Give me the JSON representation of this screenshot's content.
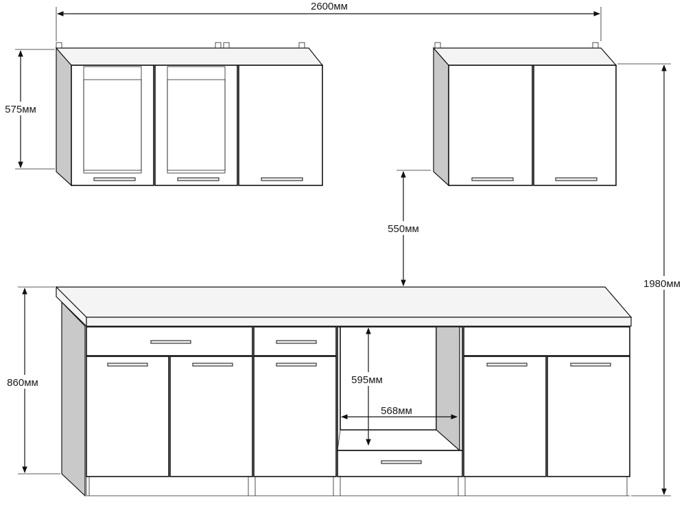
{
  "dimensions": {
    "total_width": "2600мм",
    "wall_height": "575мм",
    "gap_height": "550мм",
    "total_height": "1980мм",
    "base_height": "860мм",
    "oven_height": "595мм",
    "oven_width": "568мм"
  },
  "colors": {
    "line": "#111111",
    "side_panel": "#c9c9c9",
    "door": "#ffffff",
    "countertop": "#f4f4f4"
  }
}
